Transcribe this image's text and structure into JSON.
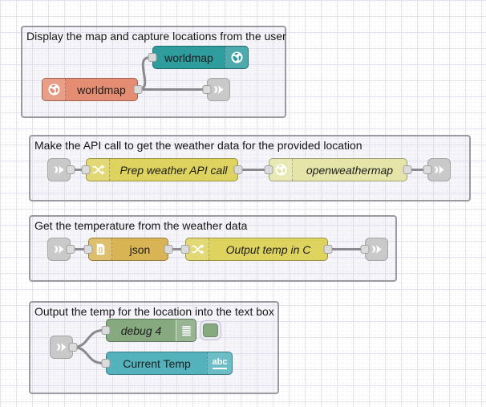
{
  "groups": [
    {
      "label": "Display the map and capture locations from the user",
      "nodes": [
        {
          "id": "worldmap-in",
          "label": "worldmap",
          "color": "#2f9c9e",
          "icon": "globe-icon"
        },
        {
          "id": "worldmap-out",
          "label": "worldmap",
          "color": "#e48d72",
          "icon": "globe-icon"
        },
        {
          "id": "link-out-1",
          "label": "",
          "color": "#c9c9c9",
          "icon": "link-arrow-icon"
        }
      ]
    },
    {
      "label": "Make the API call to get the weather data for the provided location",
      "nodes": [
        {
          "id": "link-in-1",
          "label": "",
          "color": "#c9c9c9",
          "icon": "link-arrow-icon"
        },
        {
          "id": "change-1",
          "label": "Prep weather API call",
          "color": "#ddd35e",
          "icon": "shuffle-icon"
        },
        {
          "id": "openweathermap",
          "label": "openweathermap",
          "color": "#e5e5aa",
          "icon": "globe-icon"
        },
        {
          "id": "link-out-2",
          "label": "",
          "color": "#c9c9c9",
          "icon": "link-arrow-icon"
        }
      ]
    },
    {
      "label": "Get the temperature from the weather data",
      "nodes": [
        {
          "id": "link-in-2",
          "label": "",
          "color": "#c9c9c9",
          "icon": "link-arrow-icon"
        },
        {
          "id": "json",
          "label": "json",
          "color": "#d9b455",
          "icon": "json-file-icon"
        },
        {
          "id": "change-2",
          "label": "Output temp in C",
          "color": "#ddd35e",
          "icon": "shuffle-icon"
        },
        {
          "id": "link-out-3",
          "label": "",
          "color": "#c9c9c9",
          "icon": "link-arrow-icon"
        }
      ]
    },
    {
      "label": "Output the temp for the location into the text box",
      "nodes": [
        {
          "id": "link-in-3",
          "label": "",
          "color": "#c9c9c9",
          "icon": "link-arrow-icon"
        },
        {
          "id": "debug",
          "label": "debug 4",
          "color": "#87a980",
          "icon": "debug-list-icon",
          "toggle": "enabled"
        },
        {
          "id": "ui-text",
          "label": "Current Temp",
          "color": "#54b2bc",
          "icon": "abc-icon"
        }
      ]
    }
  ],
  "colors": {
    "canvas_grid": "#e3e3ee",
    "group_border": "#9a9aa0",
    "wire": "#8a8a8e",
    "port_fill": "#dbdbdb",
    "link_node": "#c9c9c9"
  }
}
